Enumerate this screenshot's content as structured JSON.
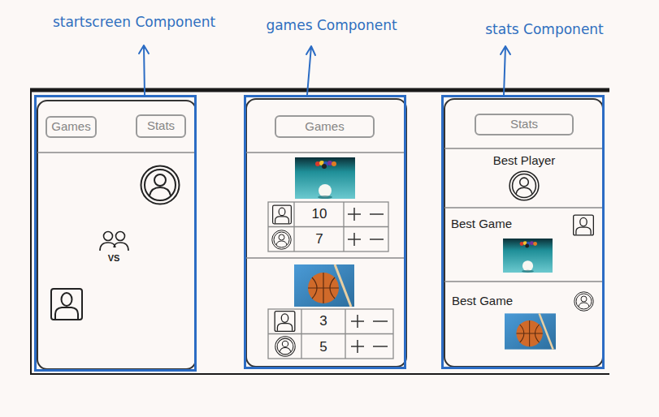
{
  "diagram": {
    "nodes": [
      {
        "text": [
          "startscreen Component"
        ]
      },
      {
        "text": [
          "Games"
        ],
        "in": 0
      },
      {
        "text": [
          "Stats"
        ],
        "in": 0
      },
      {
        "text": [
          "games Component"
        ]
      },
      {
        "text": [
          "Games"
        ],
        "in": 3
      },
      {
        "text": [
          "stats Component"
        ]
      },
      {
        "text": [
          "Stats"
        ],
        "in": 5
      }
    ],
    "labels": [
      "VS",
      "10",
      "7",
      "3",
      "5",
      "Best Player",
      "Best Game",
      "Best Game"
    ]
  }
}
